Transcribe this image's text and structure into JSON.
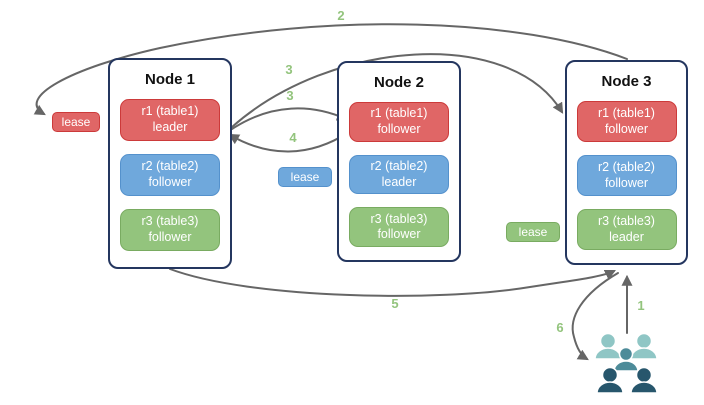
{
  "nodes": [
    {
      "title": "Node 1",
      "replicas": [
        {
          "name": "r1 (table1)",
          "role": "leader",
          "color": "#e06666"
        },
        {
          "name": "r2 (table2)",
          "role": "follower",
          "color": "#6fa8dc"
        },
        {
          "name": "r3 (table3)",
          "role": "follower",
          "color": "#93c47d"
        }
      ]
    },
    {
      "title": "Node 2",
      "replicas": [
        {
          "name": "r1 (table1)",
          "role": "follower",
          "color": "#e06666"
        },
        {
          "name": "r2 (table2)",
          "role": "leader",
          "color": "#6fa8dc"
        },
        {
          "name": "r3 (table3)",
          "role": "follower",
          "color": "#93c47d"
        }
      ]
    },
    {
      "title": "Node 3",
      "replicas": [
        {
          "name": "r1 (table1)",
          "role": "follower",
          "color": "#e06666"
        },
        {
          "name": "r2 (table2)",
          "role": "follower",
          "color": "#6fa8dc"
        },
        {
          "name": "r3 (table3)",
          "role": "leader",
          "color": "#93c47d"
        }
      ]
    }
  ],
  "leases": [
    {
      "label": "lease",
      "color": "#e06666",
      "position": "left-of-node1"
    },
    {
      "label": "lease",
      "color": "#6fa8dc",
      "position": "between-node1-and-node2"
    },
    {
      "label": "lease",
      "color": "#93c47d",
      "position": "between-node2-and-node3"
    }
  ],
  "steps": {
    "s1": "1",
    "s2": "2",
    "s3_upper": "3",
    "s3_lower": "3",
    "s4": "4",
    "s5": "5",
    "s6": "6"
  },
  "icons": {
    "clients": "user-group-icon"
  },
  "colors": {
    "node_border": "#24365f",
    "replica_red": "#e06666",
    "replica_blue": "#6fa8dc",
    "replica_green": "#93c47d",
    "arrow": "#666666",
    "step_label": "#93c47d",
    "users_light": "#8fc6c5",
    "users_medium": "#4d8b99",
    "users_dark": "#27566c"
  }
}
